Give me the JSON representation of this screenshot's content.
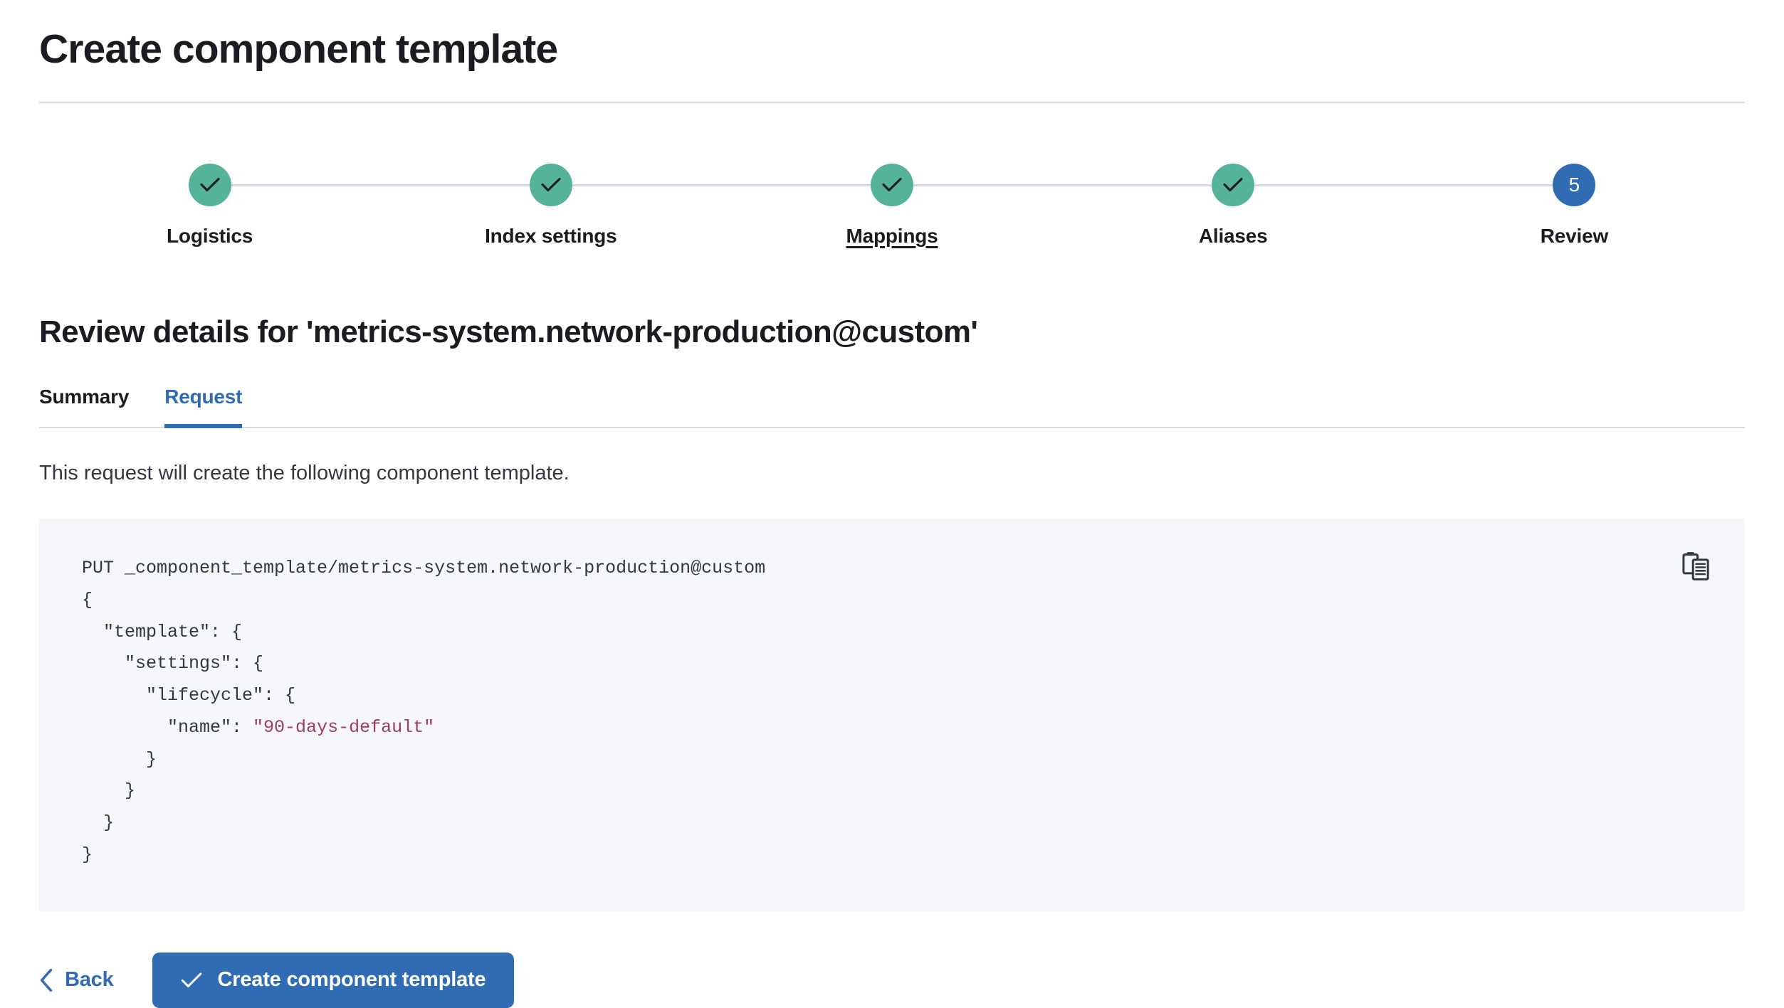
{
  "header": {
    "title": "Create component template"
  },
  "stepper": {
    "steps": [
      {
        "label": "Logistics",
        "state": "complete",
        "icon": "check-icon",
        "number": "1",
        "hovered": false
      },
      {
        "label": "Index settings",
        "state": "complete",
        "icon": "check-icon",
        "number": "2",
        "hovered": false
      },
      {
        "label": "Mappings",
        "state": "complete",
        "icon": "check-icon",
        "number": "3",
        "hovered": true
      },
      {
        "label": "Aliases",
        "state": "complete",
        "icon": "check-icon",
        "number": "4",
        "hovered": false
      },
      {
        "label": "Review",
        "state": "current",
        "icon": "",
        "number": "5",
        "hovered": false
      }
    ]
  },
  "review": {
    "heading": "Review details for 'metrics-system.network-production@custom'",
    "tabs": [
      {
        "label": "Summary",
        "active": false
      },
      {
        "label": "Request",
        "active": true
      }
    ],
    "description": "This request will create the following component template.",
    "request": {
      "method_line": "PUT _component_template/metrics-system.network-production@custom",
      "body_before_string": "{\n  \"template\": {\n    \"settings\": {\n      \"lifecycle\": {\n        \"name\": ",
      "string_value": "\"90-days-default\"",
      "body_after_string": "\n      }\n    }\n  }\n}",
      "copy_icon": "clipboard-copy-icon"
    }
  },
  "footer": {
    "back_label": "Back",
    "back_icon": "chevron-left-icon",
    "submit_label": "Create component template",
    "submit_icon": "check-icon"
  },
  "colors": {
    "accent_blue": "#2f6cb4",
    "complete_teal": "#54b399",
    "code_background": "#f5f7fa",
    "string_literal": "#a03c5d",
    "divider": "#d3dae6"
  }
}
